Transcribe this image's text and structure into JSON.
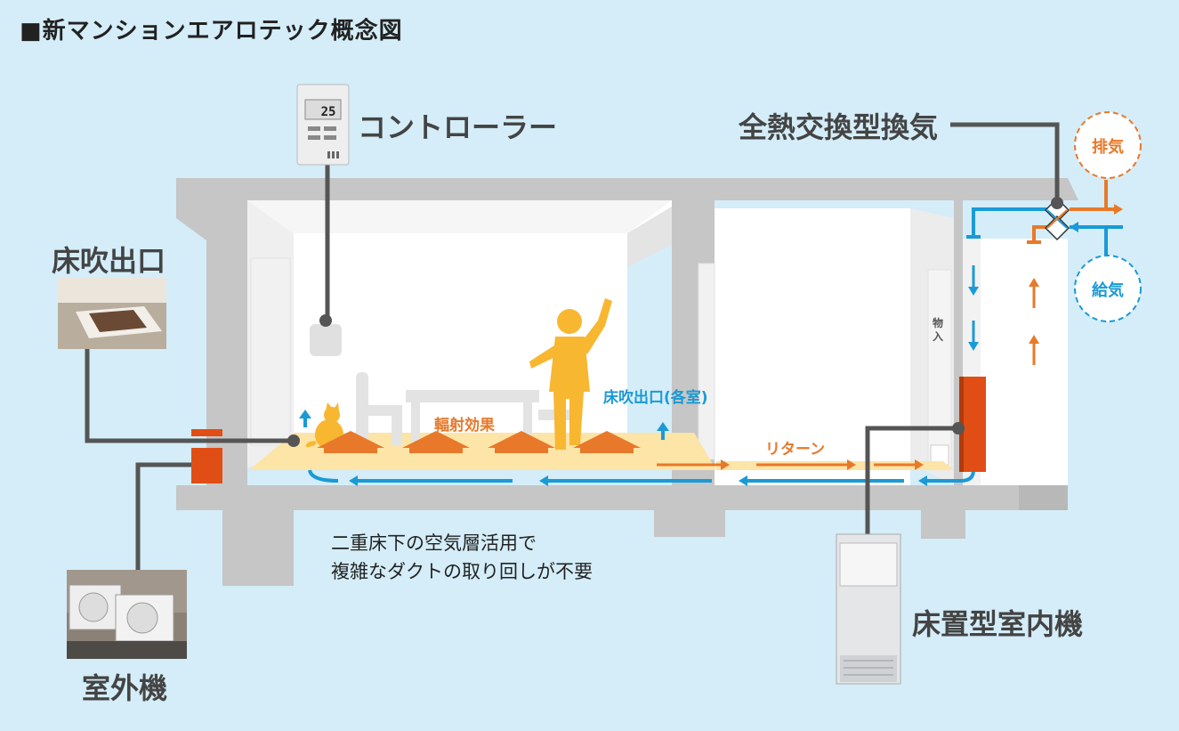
{
  "title": "■新マンションエアロテック概念図",
  "labels": {
    "controller": "コントローラー",
    "erv": "全熱交換型換気",
    "floor_outlet": "床吹出口",
    "outdoor_unit": "室外機",
    "indoor_unit": "床置型室内機",
    "exhaust": "排気",
    "supply": "給気",
    "radiant": "輻射効果",
    "floor_outlet_each": "床吹出口(各室)",
    "return": "リターン",
    "storage": "物入"
  },
  "note": {
    "line1": "二重床下の空気層活用で",
    "line2": "複雑なダクトの取り回しが不要"
  },
  "controller_display": "25",
  "colors": {
    "background": "#d4edf8",
    "structure": "#c6c6c6",
    "room": "#ffffff",
    "warm": "#f7b731",
    "warm_floor": "#fde4a7",
    "heat_arrow": "#e8792a",
    "airflow_blue": "#1a9ad6",
    "unit_red": "#e04e16",
    "leader": "#555555"
  }
}
